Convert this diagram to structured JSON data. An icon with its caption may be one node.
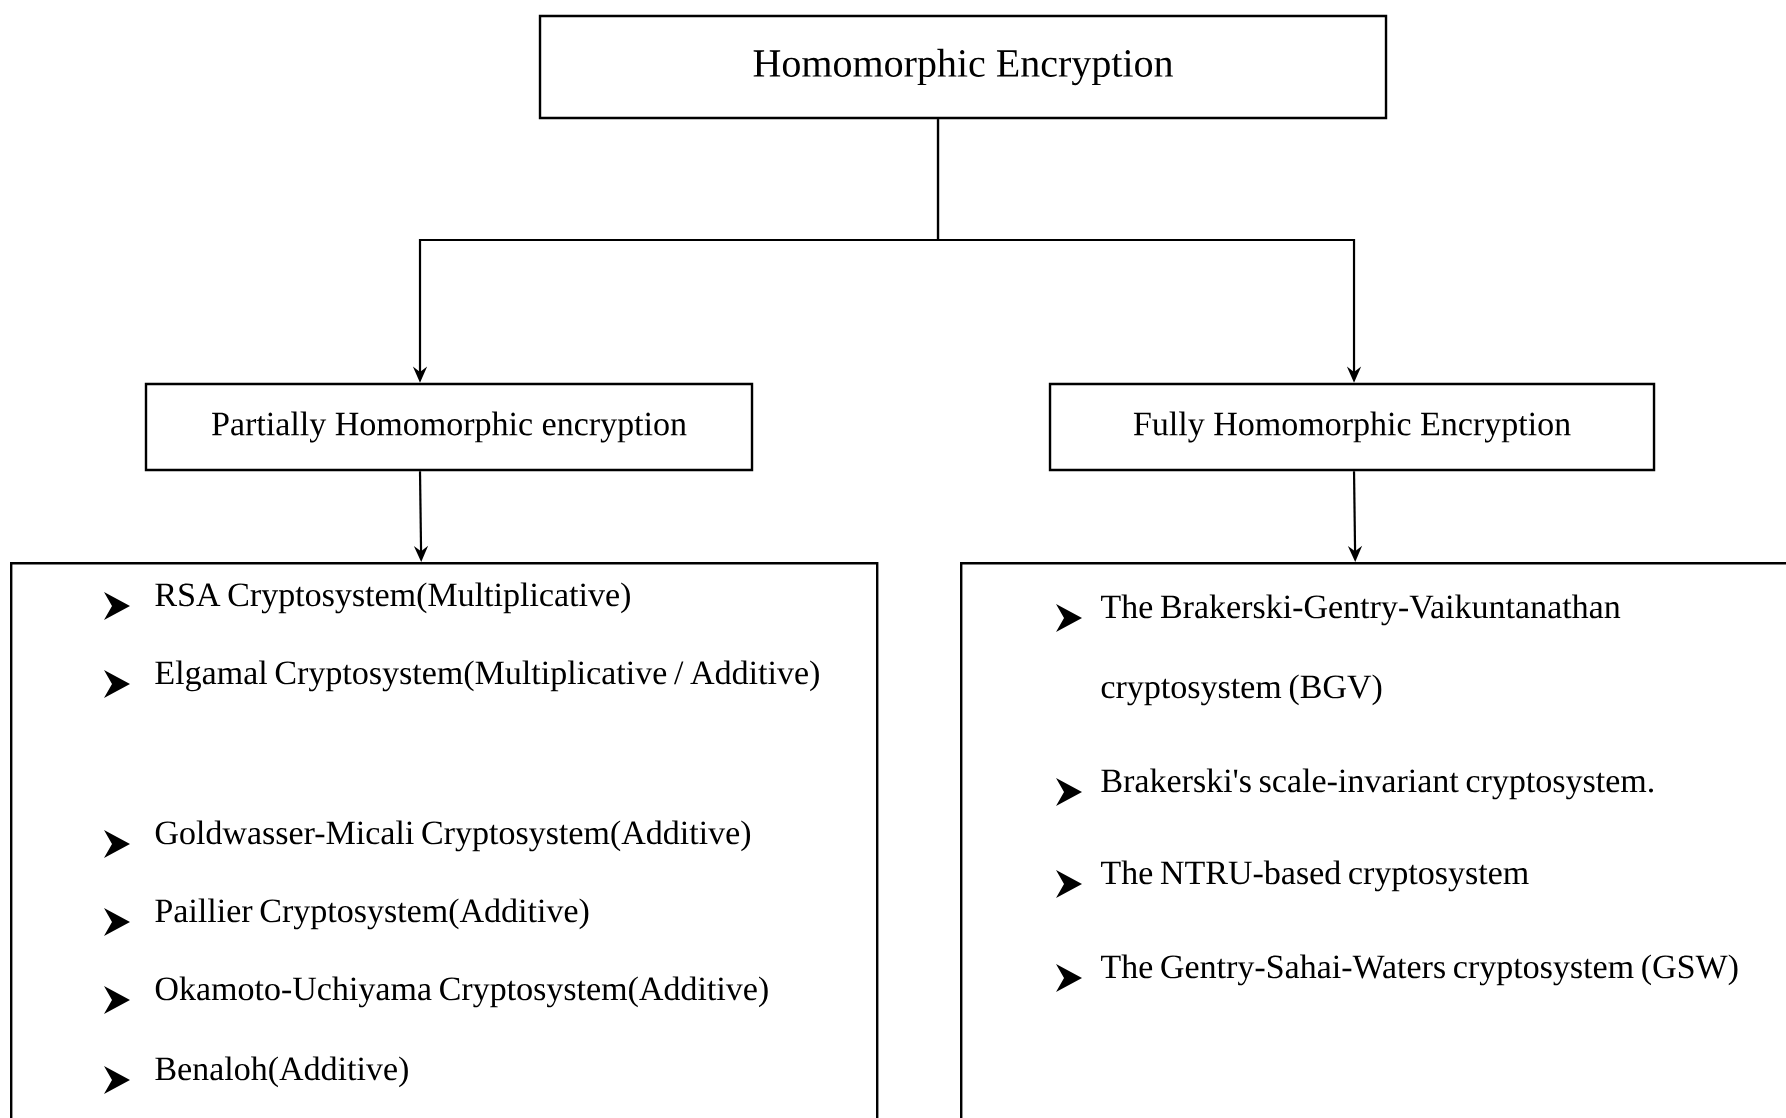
{
  "diagram": {
    "nodes": [
      {
        "text": [
          "Homomorphic Encryption"
        ]
      },
      {
        "text": [
          "Partially Homomorphic encryption"
        ]
      },
      {
        "text": [
          "Fully Homomorphic Encryption"
        ]
      },
      {
        "text": [
          "RSA Cryptosystem(Multiplicative)",
          "Elgamal Cryptosystem(Multiplicative / Additive)",
          "Goldwasser-Micali Cryptosystem(Additive)",
          "Paillier Cryptosystem(Additive)",
          "Okamoto-Uchiyama Cryptosystem(Additive)",
          "Benaloh(Additive)"
        ]
      },
      {
        "text": [
          "The Brakerski-Gentry-Vaikuntanathan cryptosystem (BGV)",
          "Brakerski's scale-invariant cryptosystem.",
          "The NTRU-based cryptosystem",
          "The Gentry-Sahai-Waters cryptosystem (GSW)"
        ]
      }
    ],
    "edges": [
      {
        "from": 0,
        "to": 1,
        "arrow": "to"
      },
      {
        "from": 0,
        "to": 2,
        "arrow": "to"
      },
      {
        "from": 1,
        "to": 3,
        "arrow": "to"
      },
      {
        "from": 2,
        "to": 4,
        "arrow": "to"
      }
    ]
  }
}
